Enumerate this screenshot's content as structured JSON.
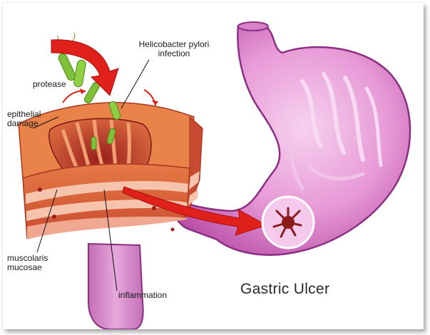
{
  "labels": {
    "helicobacter_line1": "Helicobacter pylori",
    "helicobacter_line2": "infection",
    "protease": "protease",
    "epithelial_line1": "epithelial",
    "epithelial_line2": "damage",
    "muscolaris_line1": "muscolaris",
    "muscolaris_line2": "mucosae",
    "inflammation": "inflammation"
  },
  "title": "Gastric Ulcer",
  "colors": {
    "stomach_outer": "#c65bb0",
    "stomach_inner": "#f3c7ea",
    "stomach_outline": "#8a2f83",
    "tissue_top": "#e8733a",
    "tissue_layer_pink": "#f4b9a0",
    "tissue_layer_red": "#d8503a",
    "ulcer_crater": "#b8302a",
    "arrow_red": "#e0201a",
    "bacteria_green": "#7fbf3a",
    "ulcer_spot": "#8b1a1a"
  }
}
